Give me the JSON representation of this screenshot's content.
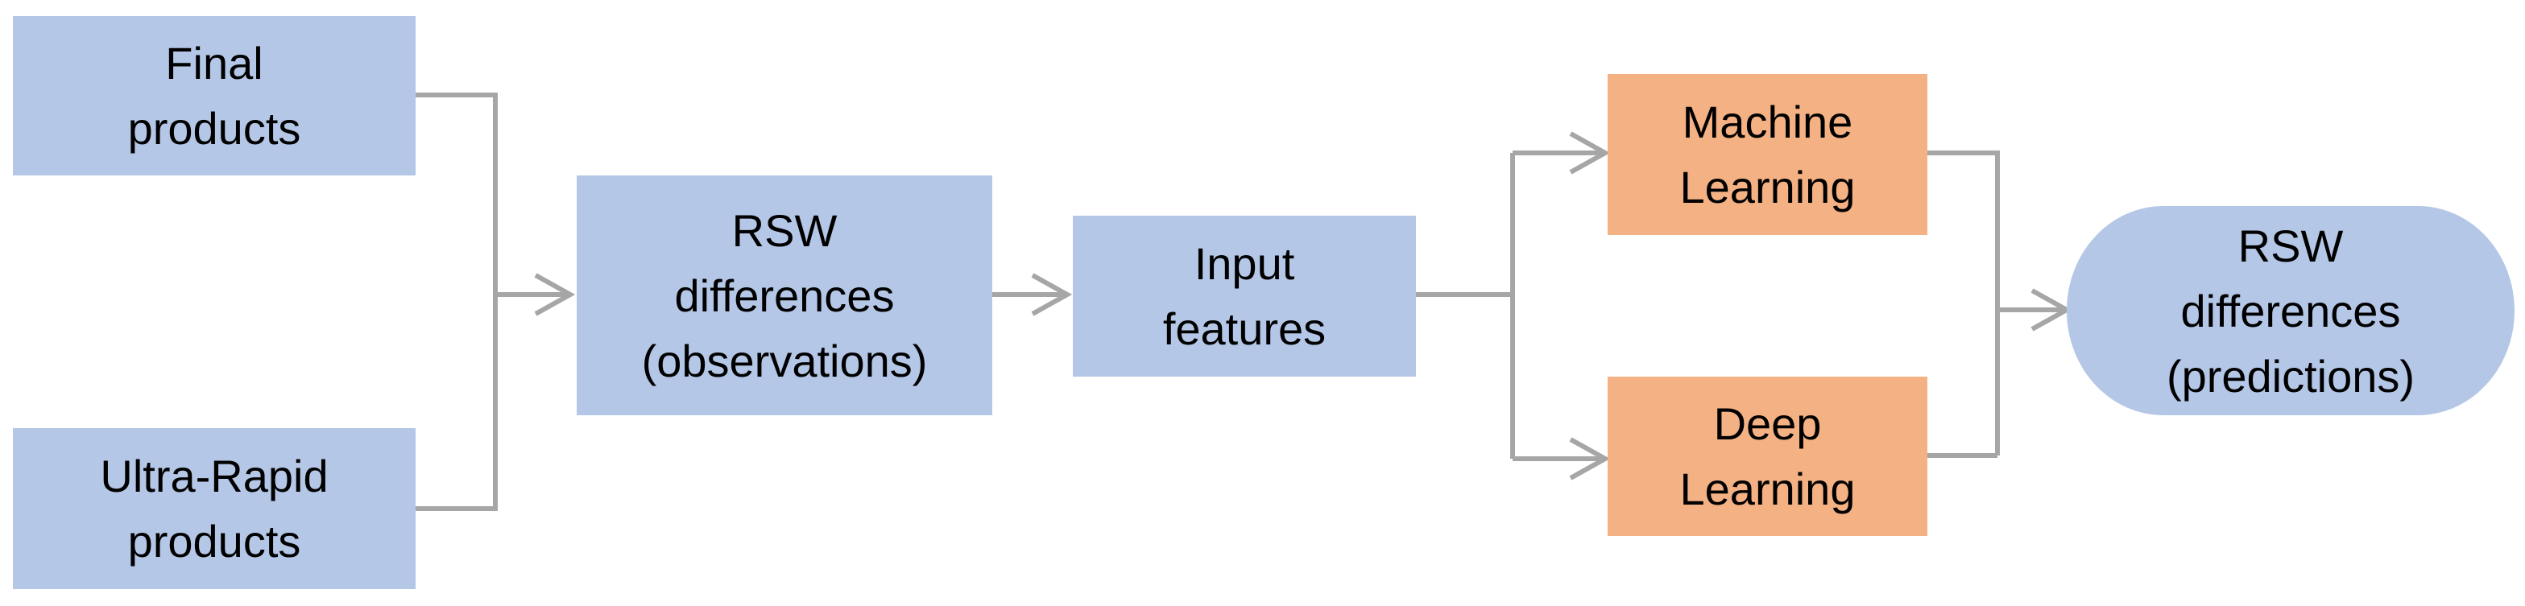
{
  "diagram": {
    "colors": {
      "input_box": "#b4c7e7",
      "model_box": "#f4b183",
      "connector": "#a6a6a6"
    },
    "nodes": {
      "final_products": "Final\nproducts",
      "ultra_rapid_products": "Ultra-Rapid\nproducts",
      "rsw_observations": "RSW\ndifferences\n(observations)",
      "input_features": "Input\nfeatures",
      "machine_learning": "Machine\nLearning",
      "deep_learning": "Deep\nLearning",
      "rsw_predictions": "RSW\ndifferences\n(predictions)"
    }
  }
}
